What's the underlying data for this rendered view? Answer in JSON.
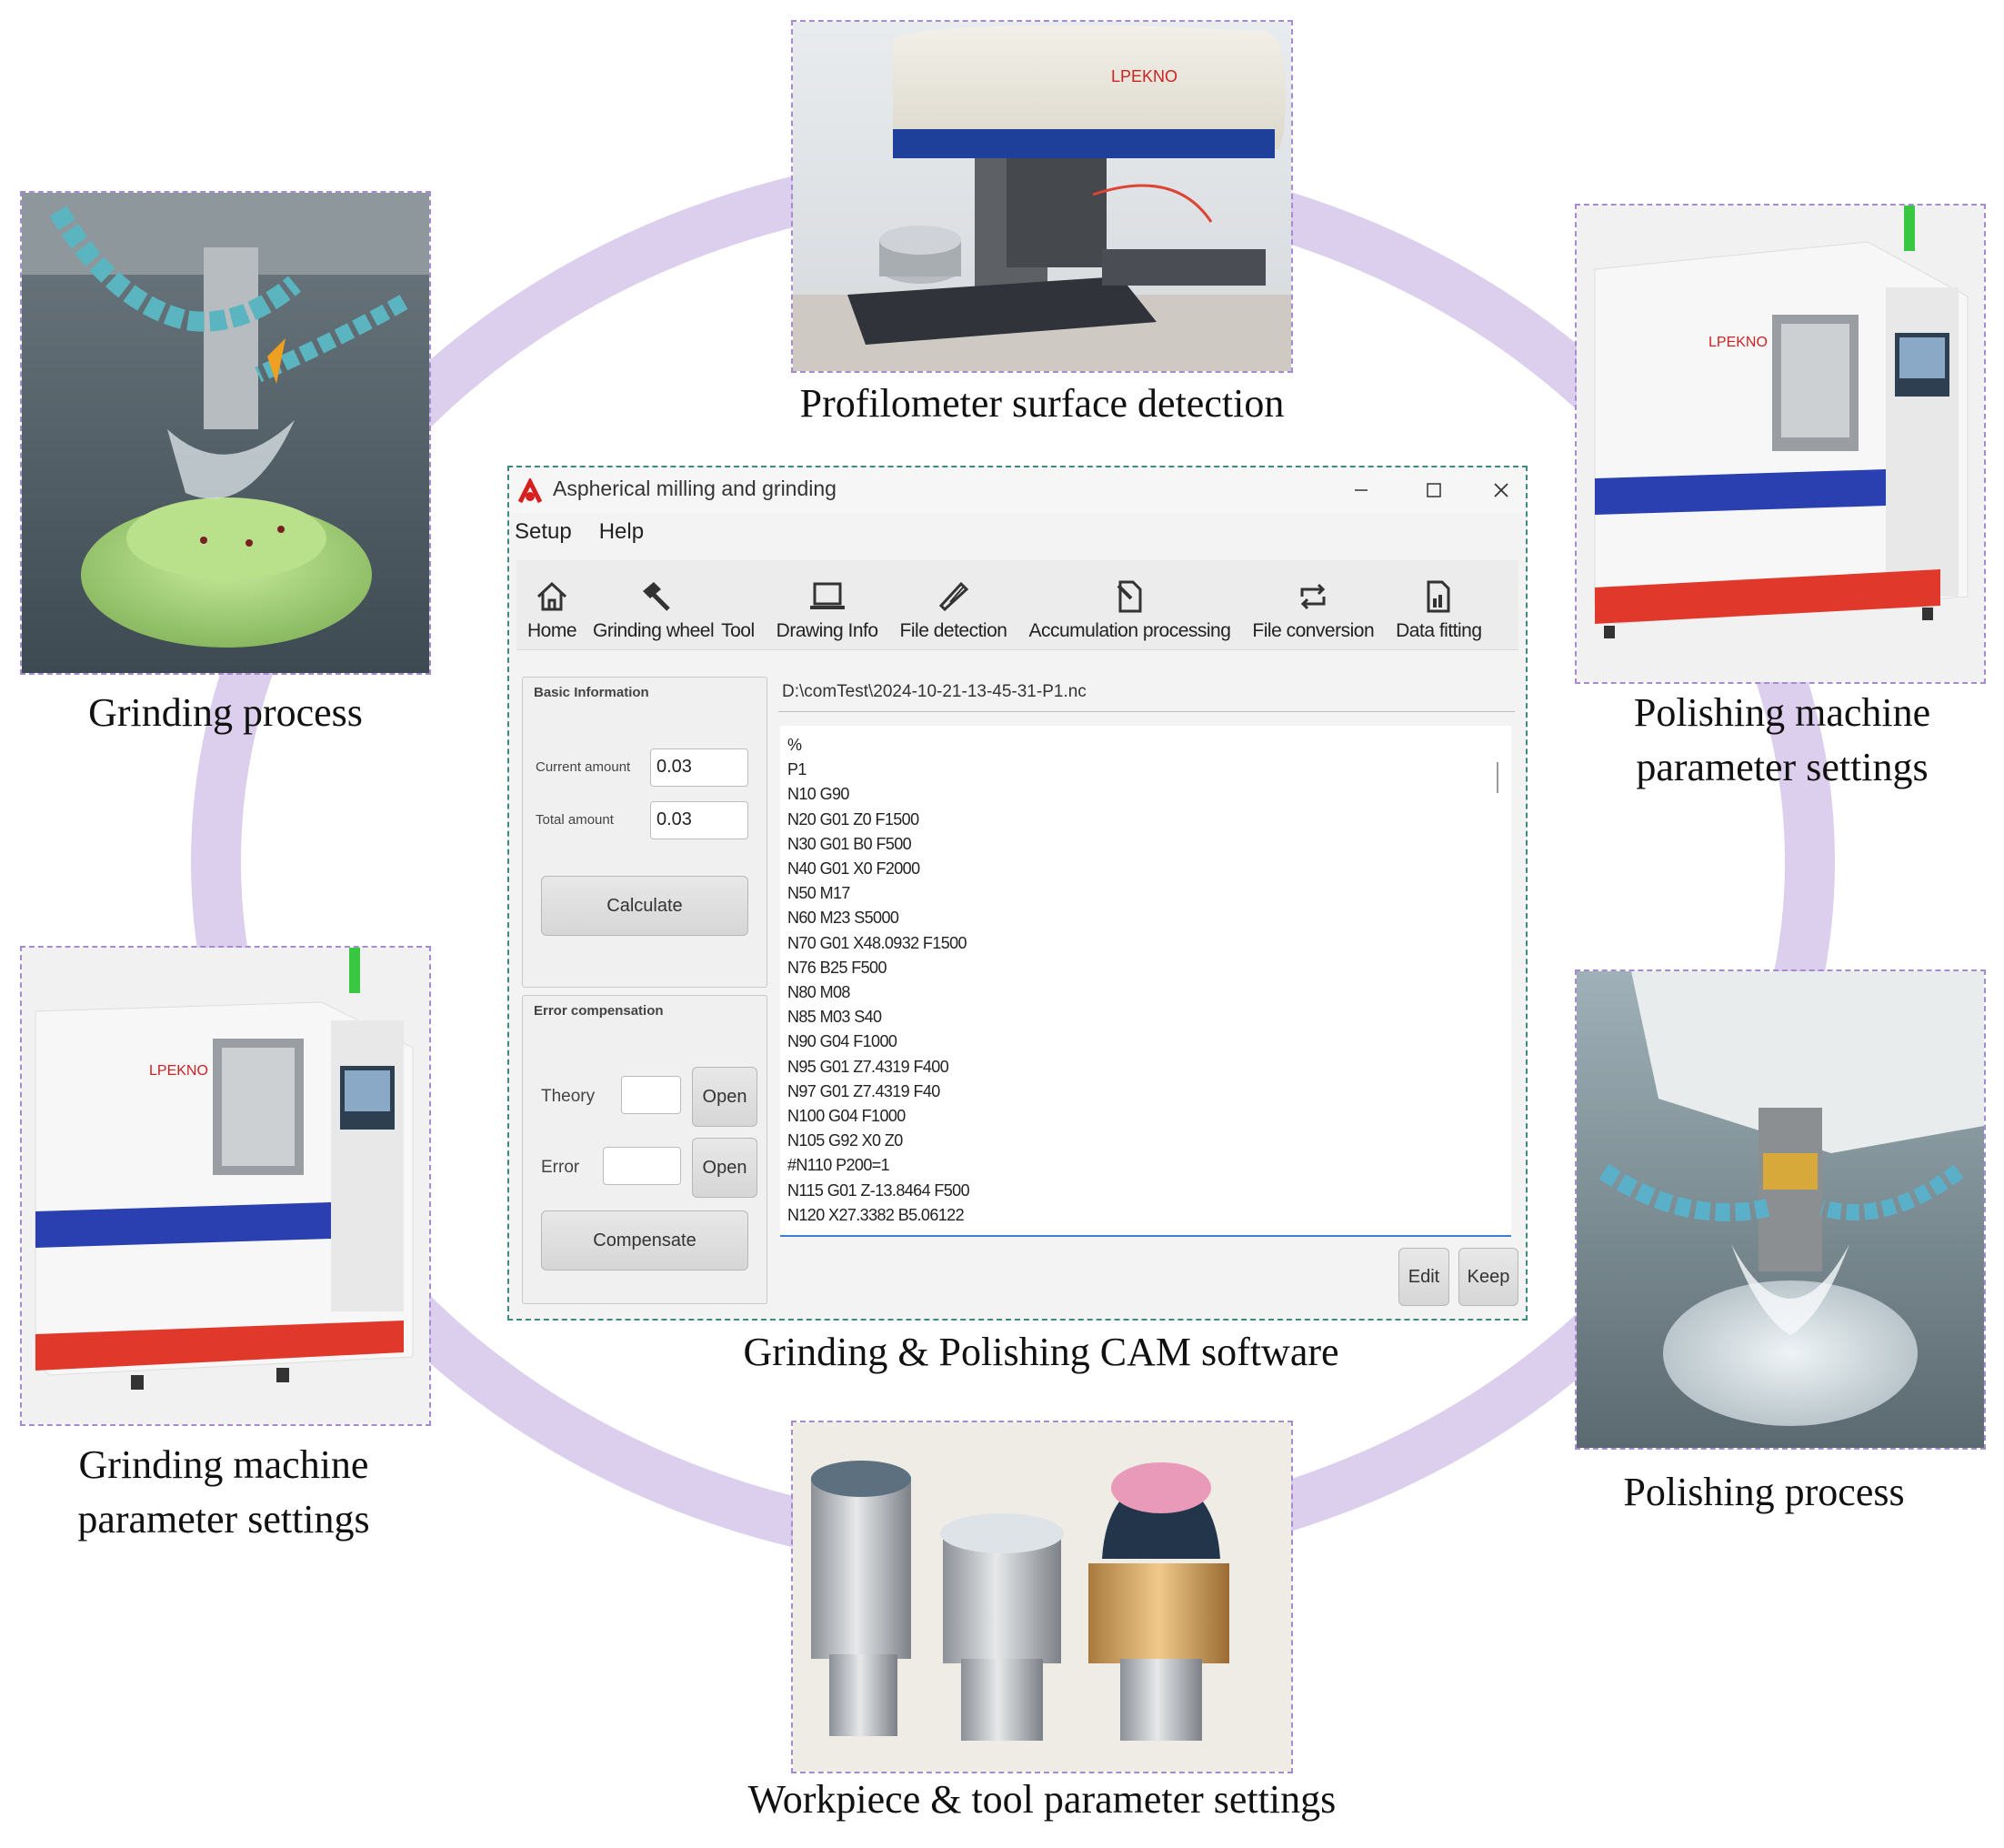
{
  "captions": {
    "profilometer": "Profilometer surface detection",
    "grinding_process": "Grinding process",
    "polishing_machine_l1": "Polishing machine",
    "polishing_machine_l2": "parameter settings",
    "cam_software": "Grinding & Polishing CAM software",
    "grinding_machine_l1": "Grinding machine",
    "grinding_machine_l2": "parameter settings",
    "polishing_process": "Polishing process",
    "workpiece_tool": "Workpiece & tool parameter settings"
  },
  "window": {
    "title": "Aspherical milling and grinding",
    "menu": [
      "Setup",
      "Help"
    ],
    "toolbar": [
      "Home",
      "Grinding wheel",
      "Tool",
      "Drawing Info",
      "File detection",
      "Accumulation processing",
      "File conversion",
      "Data fitting"
    ],
    "basic_info": {
      "title": "Basic Information",
      "row1_label": "Current amount",
      "row1_value": "0.03",
      "row2_label": "Total amount",
      "row2_value": "0.03",
      "calculate": "Calculate"
    },
    "error_comp": {
      "title": "Error compensation",
      "theory_label": "Theory",
      "error_label": "Error",
      "open": "Open",
      "compensate": "Compensate"
    },
    "file_path": "D:\\comTest\\2024-10-21-13-45-31-P1.nc",
    "code": "%\nP1\nN10 G90\nN20 G01 Z0 F1500\nN30 G01 B0 F500\nN40 G01 X0 F2000\nN50 M17\nN60 M23 S5000\nN70 G01 X48.0932 F1500\nN76 B25 F500\nN80 M08\nN85 M03 S40\nN90 G04 F1000\nN95 G01 Z7.4319 F400\nN97 G01 Z7.4319 F40\nN100 G04 F1000\nN105 G92 X0 Z0\n#N110 P200=1\nN115 G01 Z-13.8464 F500\nN120 X27.3382 B5.06122",
    "edit": "Edit",
    "keep": "Keep"
  },
  "brand": "LPEKNO",
  "colors": {
    "ring": "#dccfee",
    "frame_dash": "#a58bcf",
    "window_dash": "#3e8a78",
    "machine_blue": "#2a3fb0",
    "machine_red": "#e0392b"
  }
}
